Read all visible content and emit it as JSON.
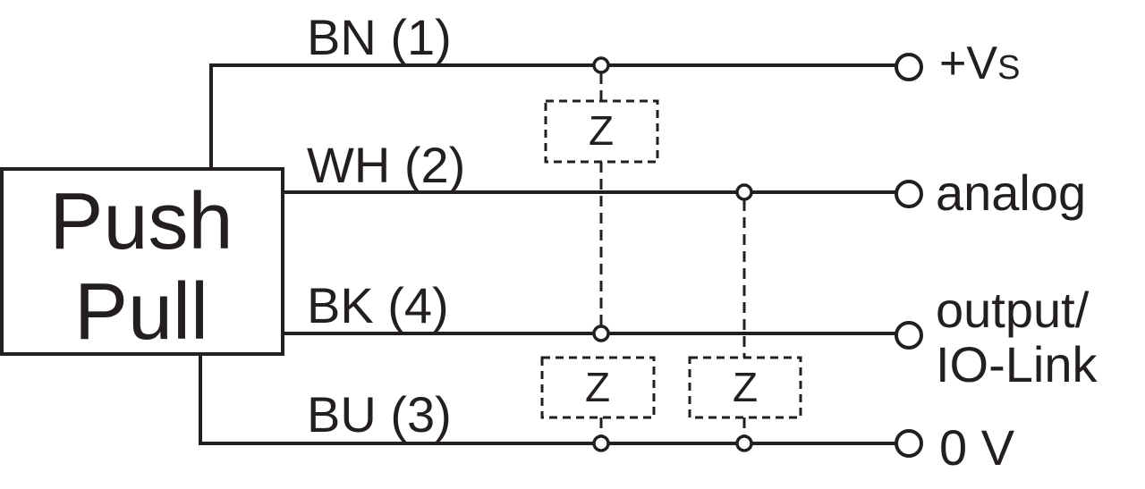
{
  "device": {
    "line1": "Push",
    "line2": "Pull"
  },
  "wires": [
    {
      "code": "BN (1)",
      "terminal": "+V",
      "terminal_sub": "S"
    },
    {
      "code": "WH (2)",
      "terminal": "analog"
    },
    {
      "code": "BK (4)",
      "terminal_line1": "output/",
      "terminal_line2": "IO-Link"
    },
    {
      "code": "BU (3)",
      "terminal": "0 V"
    }
  ],
  "load_symbol": "Z",
  "colors": {
    "line": "#231f20",
    "background": "#ffffff"
  }
}
